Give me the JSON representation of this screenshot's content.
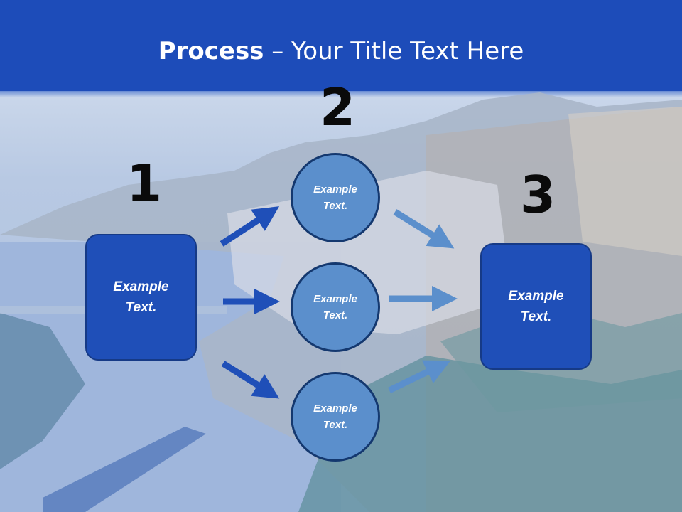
{
  "title": {
    "bold": "Process",
    "rest": " – Your Title Text Here"
  },
  "steps": {
    "one": "1",
    "two": "2",
    "three": "3"
  },
  "left_box": {
    "text": "Example Text."
  },
  "circles": [
    {
      "text": "Example Text."
    },
    {
      "text": "Example Text."
    },
    {
      "text": "Example Text."
    }
  ],
  "right_box": {
    "text": "Example Text."
  },
  "colors": {
    "header": "#1f4fb8",
    "box": "#1f4fb8",
    "circle": "#5b8fcc",
    "arrow_dark": "#1f4fb8",
    "arrow_light": "#5b8fcc"
  }
}
